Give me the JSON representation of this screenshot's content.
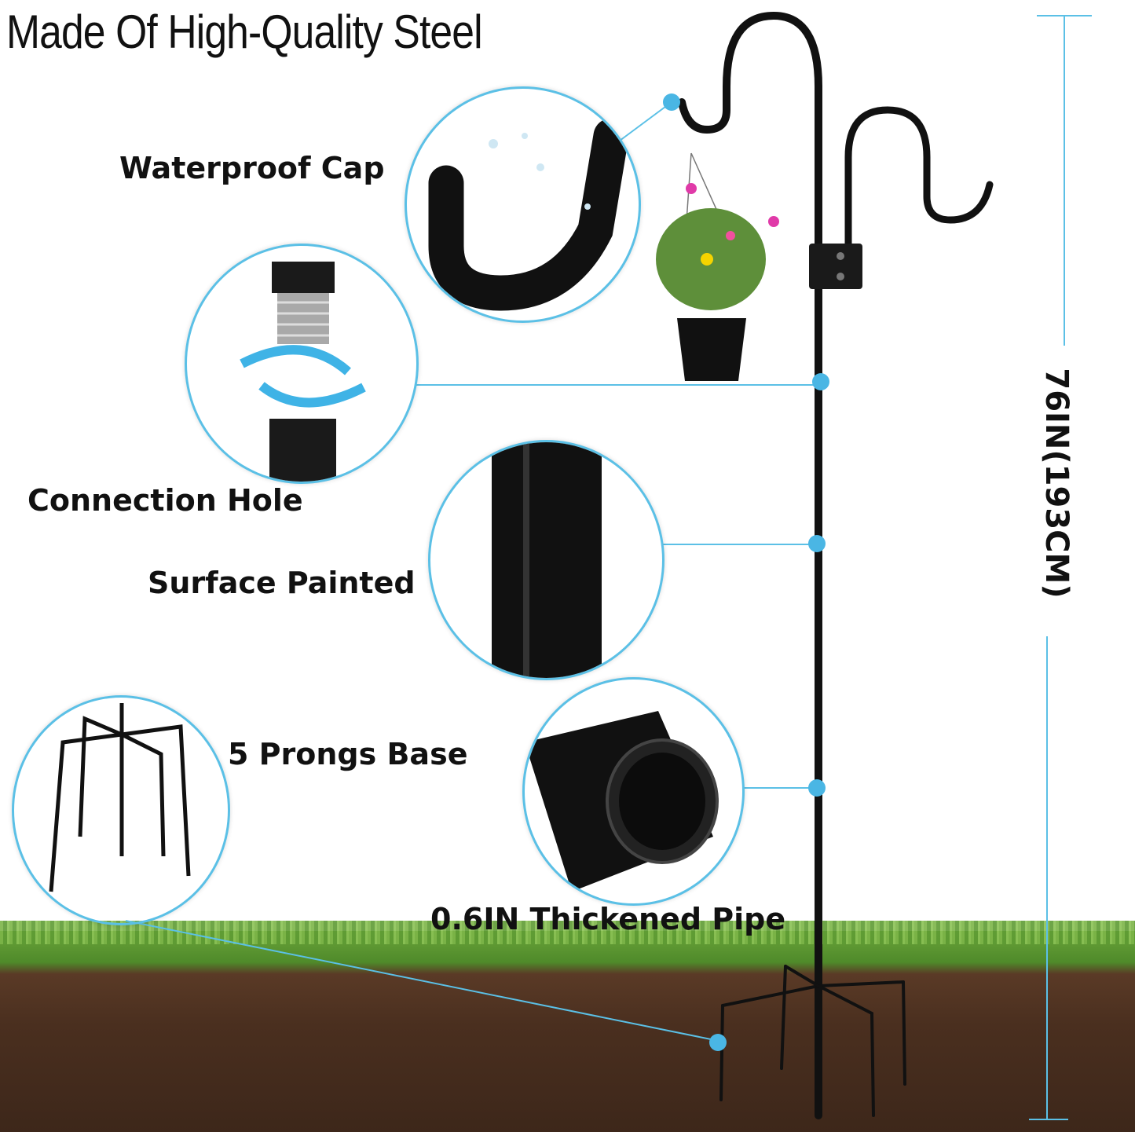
{
  "title": "Made Of High-Quality Steel",
  "labels": {
    "waterproof_cap": "Waterproof Cap",
    "connection_hole": "Connection Hole",
    "surface_painted": "Surface Painted",
    "prongs_base": "5 Prongs Base",
    "thickened_pipe": "0.6IN Thickened Pipe"
  },
  "dimension": {
    "height_label": "76IN(193CM)"
  },
  "colors": {
    "accent": "#4ab6e4",
    "text": "#111111",
    "steel": "#111111",
    "grass": "#6aa33a",
    "soil": "#4a2f1f"
  }
}
